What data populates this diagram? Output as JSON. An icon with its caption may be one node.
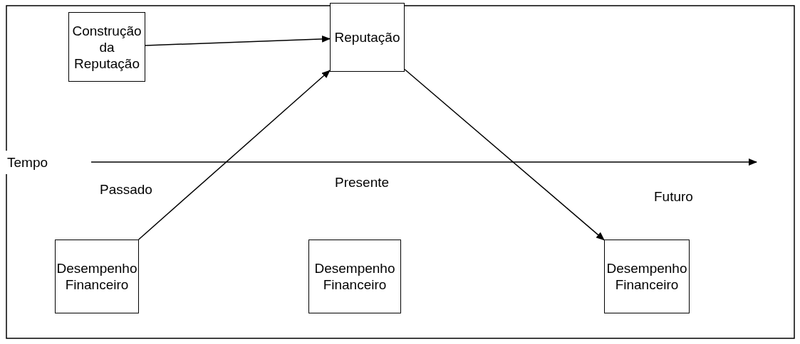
{
  "diagram": {
    "nodes": [
      {
        "text": [
          "Construção da Reputação"
        ]
      },
      {
        "text": [
          "Reputação"
        ]
      },
      {
        "text": [
          "Desempenho Financeiro"
        ]
      },
      {
        "text": [
          "Desempenho Financeiro"
        ]
      },
      {
        "text": [
          "Desempenho Financeiro"
        ]
      }
    ],
    "edges": [
      {
        "from": 0,
        "to": 1,
        "arrow": "to"
      },
      {
        "from": 2,
        "to": 1,
        "arrow": "to"
      },
      {
        "from": 1,
        "to": 4,
        "arrow": "to"
      }
    ],
    "labels": [
      "Tempo",
      "Passado",
      "Presente",
      "Futuro"
    ]
  }
}
